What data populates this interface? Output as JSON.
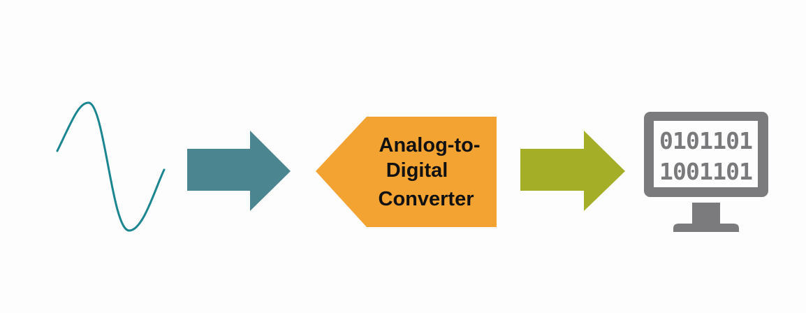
{
  "converter": {
    "lines": [
      "Analog-to-",
      "Digital",
      "Converter"
    ]
  },
  "computer": {
    "binary_lines": [
      "0101101",
      "1001101"
    ]
  },
  "icons": {
    "signal": "sine-wave-icon",
    "arrow1": "arrow-right-icon",
    "arrow2": "arrow-right-icon",
    "computer": "monitor-icon"
  },
  "colors": {
    "wave": "#1b8590",
    "arrow1": "#4a8590",
    "converter": "#f2a332",
    "arrow2": "#a5ae27",
    "monitor": "#7b7b7d"
  }
}
